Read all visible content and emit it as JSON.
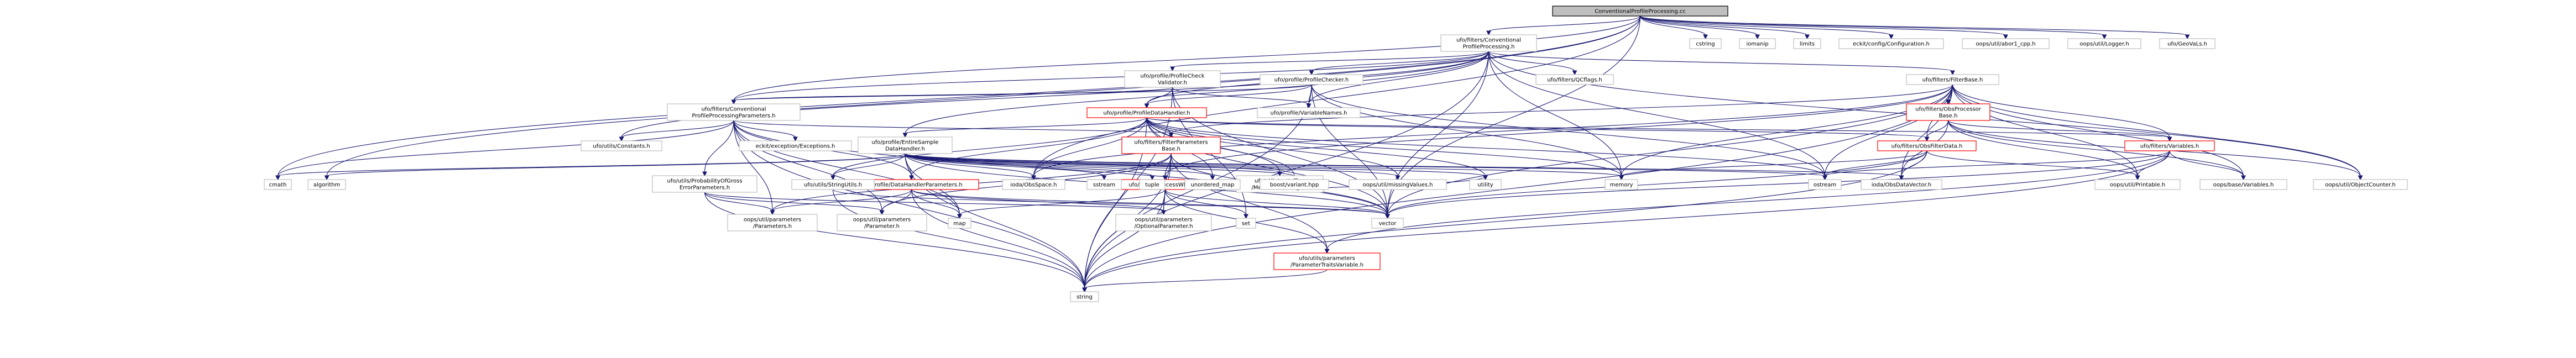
{
  "colors": {
    "edge": "#191970",
    "node_border": "#bfbfbf",
    "node_fill": "#ffffff",
    "root_fill": "#bfbfbf",
    "root_border": "#000000",
    "link_border": "#ff0000"
  },
  "graph": {
    "nodes": [
      {
        "id": "root",
        "lines": [
          "ConventionalProfileProcessing.cc"
        ],
        "style": "root"
      },
      {
        "id": "n1",
        "lines": [
          "ufo/filters/Conventional",
          "ProfileProcessing.h"
        ],
        "style": "normal"
      },
      {
        "id": "n2",
        "lines": [
          "cstring"
        ],
        "style": "normal"
      },
      {
        "id": "n3",
        "lines": [
          "iomanip"
        ],
        "style": "normal"
      },
      {
        "id": "n4",
        "lines": [
          "limits"
        ],
        "style": "normal"
      },
      {
        "id": "n5",
        "lines": [
          "eckit/config/Configuration.h"
        ],
        "style": "normal"
      },
      {
        "id": "n6",
        "lines": [
          "oops/util/abor1_cpp.h"
        ],
        "style": "normal"
      },
      {
        "id": "n7",
        "lines": [
          "oops/util/Logger.h"
        ],
        "style": "normal"
      },
      {
        "id": "n8",
        "lines": [
          "ufo/GeoVaLs.h"
        ],
        "style": "normal"
      },
      {
        "id": "n9",
        "lines": [
          "ufo/profile/ProfileCheck",
          "Validator.h"
        ],
        "style": "normal"
      },
      {
        "id": "n10",
        "lines": [
          "ufo/profile/ProfileChecker.h"
        ],
        "style": "normal"
      },
      {
        "id": "n11",
        "lines": [
          "ufo/filters/QCflags.h"
        ],
        "style": "normal"
      },
      {
        "id": "n12",
        "lines": [
          "ufo/filters/FilterBase.h"
        ],
        "style": "normal"
      },
      {
        "id": "n13",
        "lines": [
          "ufo/filters/Conventional",
          "ProfileProcessingParameters.h"
        ],
        "style": "normal"
      },
      {
        "id": "n14",
        "lines": [
          "ufo/profile/ProfileDataHandler.h"
        ],
        "style": "link"
      },
      {
        "id": "n15",
        "lines": [
          "ufo/profile/VariableNames.h"
        ],
        "style": "normal"
      },
      {
        "id": "n16",
        "lines": [
          "ufo/filters/ObsProcessor",
          "Base.h"
        ],
        "style": "link"
      },
      {
        "id": "n17",
        "lines": [
          "ufo/utils/Constants.h"
        ],
        "style": "normal"
      },
      {
        "id": "n18",
        "lines": [
          "eckit/exception/Exceptions.h"
        ],
        "style": "normal"
      },
      {
        "id": "n19",
        "lines": [
          "ufo/profile/EntireSample",
          "DataHandler.h"
        ],
        "style": "normal"
      },
      {
        "id": "n20",
        "lines": [
          "ufo/filters/FilterParameters",
          "Base.h"
        ],
        "style": "link"
      },
      {
        "id": "n21",
        "lines": [
          "ufo/filters/ObsFilterData.h"
        ],
        "style": "link"
      },
      {
        "id": "n22",
        "lines": [
          "ufo/filters/Variables.h"
        ],
        "style": "link"
      },
      {
        "id": "n23",
        "lines": [
          "ufo/utils/ProbabilityOfGross",
          "ErrorParameters.h"
        ],
        "style": "normal"
      },
      {
        "id": "n24",
        "lines": [
          "ufo/profile/DataHandlerParameters.h"
        ],
        "style": "link"
      },
      {
        "id": "n25",
        "lines": [
          "ufo/utils/StringUtils.h"
        ],
        "style": "normal"
      },
      {
        "id": "n26",
        "lines": [
          "ufo/filters/processWhere.h"
        ],
        "style": "link"
      },
      {
        "id": "n27",
        "lines": [
          "ufo/utils/metoffice",
          "/MetOfficeQCFlags.h"
        ],
        "style": "normal"
      },
      {
        "id": "n28",
        "lines": [
          "cmath"
        ],
        "style": "normal"
      },
      {
        "id": "n29",
        "lines": [
          "algorithm"
        ],
        "style": "normal"
      },
      {
        "id": "n30",
        "lines": [
          "ioda/ObsSpace.h"
        ],
        "style": "normal"
      },
      {
        "id": "n31",
        "lines": [
          "sstream"
        ],
        "style": "normal"
      },
      {
        "id": "n32",
        "lines": [
          "tuple"
        ],
        "style": "normal"
      },
      {
        "id": "n33",
        "lines": [
          "unordered_map"
        ],
        "style": "normal"
      },
      {
        "id": "n34",
        "lines": [
          "boost/variant.hpp"
        ],
        "style": "normal"
      },
      {
        "id": "n35",
        "lines": [
          "oops/util/missingValues.h"
        ],
        "style": "normal"
      },
      {
        "id": "n36",
        "lines": [
          "utility"
        ],
        "style": "normal"
      },
      {
        "id": "n37",
        "lines": [
          "memory"
        ],
        "style": "normal"
      },
      {
        "id": "n38",
        "lines": [
          "ostream"
        ],
        "style": "normal"
      },
      {
        "id": "n39",
        "lines": [
          "ioda/ObsDataVector.h"
        ],
        "style": "normal"
      },
      {
        "id": "n40",
        "lines": [
          "oops/util/Printable.h"
        ],
        "style": "normal"
      },
      {
        "id": "n41",
        "lines": [
          "oops/base/Variables.h"
        ],
        "style": "normal"
      },
      {
        "id": "n42",
        "lines": [
          "oops/util/ObjectCounter.h"
        ],
        "style": "normal"
      },
      {
        "id": "n43",
        "lines": [
          "oops/util/parameters",
          "/Parameters.h"
        ],
        "style": "normal"
      },
      {
        "id": "n44",
        "lines": [
          "oops/util/parameters",
          "/Parameter.h"
        ],
        "style": "normal"
      },
      {
        "id": "n45",
        "lines": [
          "map"
        ],
        "style": "normal"
      },
      {
        "id": "n46",
        "lines": [
          "oops/util/parameters",
          "/OptionalParameter.h"
        ],
        "style": "normal"
      },
      {
        "id": "n47",
        "lines": [
          "set"
        ],
        "style": "normal"
      },
      {
        "id": "n48",
        "lines": [
          "vector"
        ],
        "style": "normal"
      },
      {
        "id": "n49",
        "lines": [
          "ufo/utils/parameters",
          "/ParameterTraitsVariable.h"
        ],
        "style": "link"
      },
      {
        "id": "n50",
        "lines": [
          "string"
        ],
        "style": "normal"
      }
    ],
    "edges": [
      [
        "root",
        "n1"
      ],
      [
        "root",
        "n2"
      ],
      [
        "root",
        "n3"
      ],
      [
        "root",
        "n4"
      ],
      [
        "root",
        "n5"
      ],
      [
        "root",
        "n6"
      ],
      [
        "root",
        "n7"
      ],
      [
        "root",
        "n8"
      ],
      [
        "root",
        "n13"
      ],
      [
        "root",
        "n30"
      ],
      [
        "root",
        "n48"
      ],
      [
        "root",
        "n28"
      ],
      [
        "root",
        "n29"
      ],
      [
        "n1",
        "n9"
      ],
      [
        "n1",
        "n10"
      ],
      [
        "n1",
        "n11"
      ],
      [
        "n1",
        "n12"
      ],
      [
        "n1",
        "n13"
      ],
      [
        "n1",
        "n14"
      ],
      [
        "n1",
        "n15"
      ],
      [
        "n1",
        "n19"
      ],
      [
        "n1",
        "n17"
      ],
      [
        "n1",
        "n37"
      ],
      [
        "n1",
        "n38"
      ],
      [
        "n1",
        "n48"
      ],
      [
        "n1",
        "n42"
      ],
      [
        "n1",
        "n50"
      ],
      [
        "n9",
        "n13"
      ],
      [
        "n9",
        "n14"
      ],
      [
        "n9",
        "n15"
      ],
      [
        "n9",
        "n47"
      ],
      [
        "n9",
        "n48"
      ],
      [
        "n9",
        "n50"
      ],
      [
        "n10",
        "n13"
      ],
      [
        "n10",
        "n14"
      ],
      [
        "n10",
        "n15"
      ],
      [
        "n10",
        "n37"
      ],
      [
        "n10",
        "n38"
      ],
      [
        "n10",
        "n48"
      ],
      [
        "n10",
        "n50"
      ],
      [
        "n12",
        "n16"
      ],
      [
        "n12",
        "n20"
      ],
      [
        "n12",
        "n21"
      ],
      [
        "n12",
        "n22"
      ],
      [
        "n12",
        "n26"
      ],
      [
        "n12",
        "n30"
      ],
      [
        "n12",
        "n39"
      ],
      [
        "n12",
        "n40"
      ],
      [
        "n12",
        "n41"
      ],
      [
        "n12",
        "n42"
      ],
      [
        "n12",
        "n37"
      ],
      [
        "n12",
        "n38"
      ],
      [
        "n12",
        "n48"
      ],
      [
        "n12",
        "n50"
      ],
      [
        "n16",
        "n21"
      ],
      [
        "n16",
        "n22"
      ],
      [
        "n16",
        "n39"
      ],
      [
        "n16",
        "n40"
      ],
      [
        "n16",
        "n41"
      ],
      [
        "n16",
        "n42"
      ],
      [
        "n13",
        "n17"
      ],
      [
        "n13",
        "n18"
      ],
      [
        "n13",
        "n20"
      ],
      [
        "n13",
        "n23"
      ],
      [
        "n13",
        "n24"
      ],
      [
        "n13",
        "n43"
      ],
      [
        "n13",
        "n44"
      ],
      [
        "n13",
        "n45"
      ],
      [
        "n13",
        "n50"
      ],
      [
        "n13",
        "n48"
      ],
      [
        "n13",
        "n28"
      ],
      [
        "n14",
        "n19"
      ],
      [
        "n14",
        "n20"
      ],
      [
        "n14",
        "n24"
      ],
      [
        "n14",
        "n25"
      ],
      [
        "n14",
        "n27"
      ],
      [
        "n14",
        "n30"
      ],
      [
        "n14",
        "n33"
      ],
      [
        "n14",
        "n34"
      ],
      [
        "n14",
        "n35"
      ],
      [
        "n14",
        "n36"
      ],
      [
        "n14",
        "n37"
      ],
      [
        "n14",
        "n38"
      ],
      [
        "n14",
        "n48"
      ],
      [
        "n14",
        "n50"
      ],
      [
        "n14",
        "n21"
      ],
      [
        "n14",
        "n22"
      ],
      [
        "n19",
        "n24"
      ],
      [
        "n19",
        "n25"
      ],
      [
        "n19",
        "n27"
      ],
      [
        "n19",
        "n28"
      ],
      [
        "n19",
        "n29"
      ],
      [
        "n19",
        "n30"
      ],
      [
        "n19",
        "n31"
      ],
      [
        "n19",
        "n32"
      ],
      [
        "n19",
        "n33"
      ],
      [
        "n19",
        "n34"
      ],
      [
        "n19",
        "n35"
      ],
      [
        "n19",
        "n36"
      ],
      [
        "n19",
        "n37"
      ],
      [
        "n19",
        "n38"
      ],
      [
        "n19",
        "n45"
      ],
      [
        "n19",
        "n48"
      ],
      [
        "n19",
        "n50"
      ],
      [
        "n19",
        "n39"
      ],
      [
        "n20",
        "n26"
      ],
      [
        "n20",
        "n49"
      ],
      [
        "n20",
        "n43"
      ],
      [
        "n20",
        "n44"
      ],
      [
        "n20",
        "n46"
      ],
      [
        "n20",
        "n48"
      ],
      [
        "n20",
        "n50"
      ],
      [
        "n21",
        "n39"
      ],
      [
        "n21",
        "n38"
      ],
      [
        "n21",
        "n40"
      ],
      [
        "n21",
        "n48"
      ],
      [
        "n21",
        "n50"
      ],
      [
        "n21",
        "n37"
      ],
      [
        "n22",
        "n40"
      ],
      [
        "n22",
        "n41"
      ],
      [
        "n22",
        "n49"
      ],
      [
        "n22",
        "n48"
      ],
      [
        "n22",
        "n50"
      ],
      [
        "n22",
        "n38"
      ],
      [
        "n23",
        "n43"
      ],
      [
        "n23",
        "n44"
      ],
      [
        "n23",
        "n46"
      ],
      [
        "n23",
        "n50"
      ],
      [
        "n24",
        "n43"
      ],
      [
        "n24",
        "n44"
      ],
      [
        "n24",
        "n46"
      ],
      [
        "n24",
        "n45"
      ],
      [
        "n24",
        "n48"
      ],
      [
        "n24",
        "n50"
      ],
      [
        "n25",
        "n48"
      ],
      [
        "n25",
        "n50"
      ],
      [
        "n26",
        "n45"
      ],
      [
        "n26",
        "n47"
      ],
      [
        "n26",
        "n48"
      ],
      [
        "n26",
        "n50"
      ],
      [
        "n26",
        "n49"
      ],
      [
        "n26",
        "n46"
      ],
      [
        "n49",
        "n50"
      ],
      [
        "n27",
        "n36"
      ]
    ]
  }
}
